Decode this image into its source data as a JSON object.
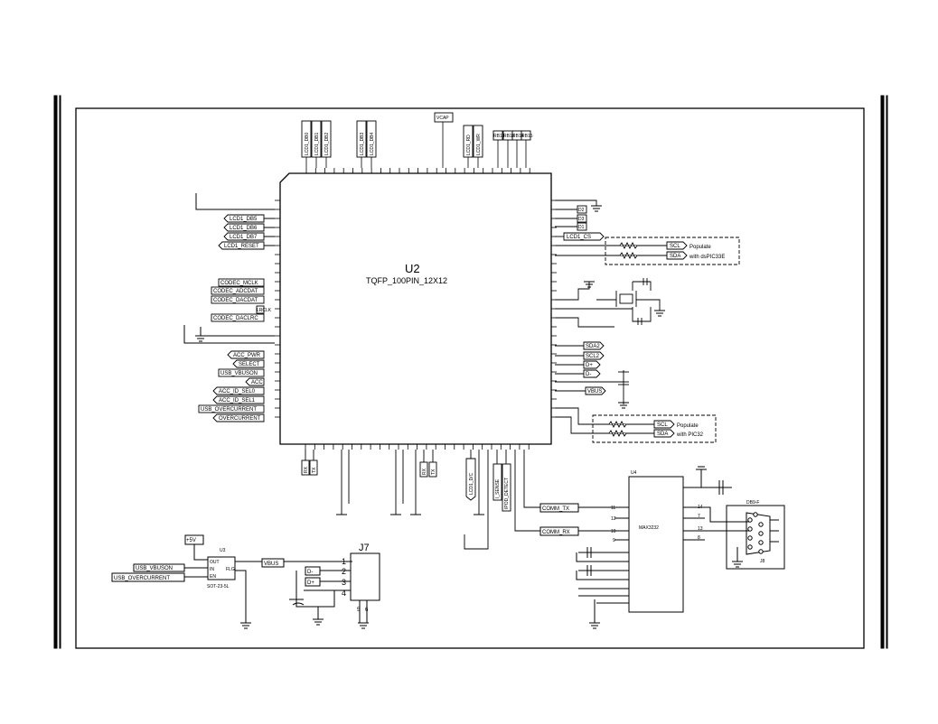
{
  "u2": {
    "ref": "U2",
    "package": "TQFP_100PIN_12X12",
    "left_nets": [
      "LCD1_DB5",
      "LCD1_DB6",
      "LCD1_DB7",
      "LCD1_RESET",
      "CODEC_MCLK",
      "CODEC_ADCDAT",
      "CODEC_DACDAT",
      "LRCLK",
      "CODEC_DACLRC",
      "ACC_PWR",
      "SELECT",
      "USB_VBUSON",
      "ACC",
      "ACC_ID_SEL0",
      "ACC_ID_SEL1",
      "USB_OVERCURRENT",
      "OVERCURRENT"
    ],
    "top_nets": [
      "LCD1_DB0",
      "LCD1_DB1",
      "LCD1_DB2",
      "LCD1_DB3",
      "LCD1_DB4",
      "VCAP",
      "LCD1_RD",
      "LCD1_WR",
      "RB12",
      "RB13",
      "RB14",
      "RB15"
    ],
    "right_nets": [
      "D2",
      "D3",
      "D1",
      "LCD1_CS",
      "SCL",
      "SDA",
      "SDA2",
      "SCL2",
      "D+",
      "D-",
      "VBUS",
      "SCL",
      "SDA"
    ],
    "bottom_nets": [
      "RX",
      "TX",
      "RX",
      "TX",
      "LCD1_D/C",
      "I_SENSE",
      "IPOD_DETECT"
    ],
    "notes": [
      "Populate",
      "with dsPIC33E",
      "Populate",
      "with PIC32"
    ]
  },
  "u3": {
    "ref": "U3",
    "part": "SOT-23-5L",
    "pins": [
      "OUT",
      "IN",
      "EN",
      "FLG"
    ],
    "nets": [
      "+5V",
      "USB_VBUSON",
      "USB_OVERCURRENT",
      "VBUS"
    ]
  },
  "j7": {
    "ref": "J7",
    "pin_numbers": [
      "1",
      "2",
      "3",
      "4"
    ],
    "shield_numbers": [
      "5",
      "6"
    ],
    "nets": [
      "D-",
      "D+"
    ]
  },
  "u4": {
    "ref": "U4",
    "part": "MAX3232",
    "nets": [
      "COMM_TX",
      "COMM_RX"
    ],
    "pins_left": [
      "11",
      "12",
      "10",
      "9"
    ],
    "pins_right": [
      "14",
      "7",
      "13",
      "8"
    ]
  },
  "j8": {
    "ref": "J8",
    "part": "DB9-F"
  }
}
